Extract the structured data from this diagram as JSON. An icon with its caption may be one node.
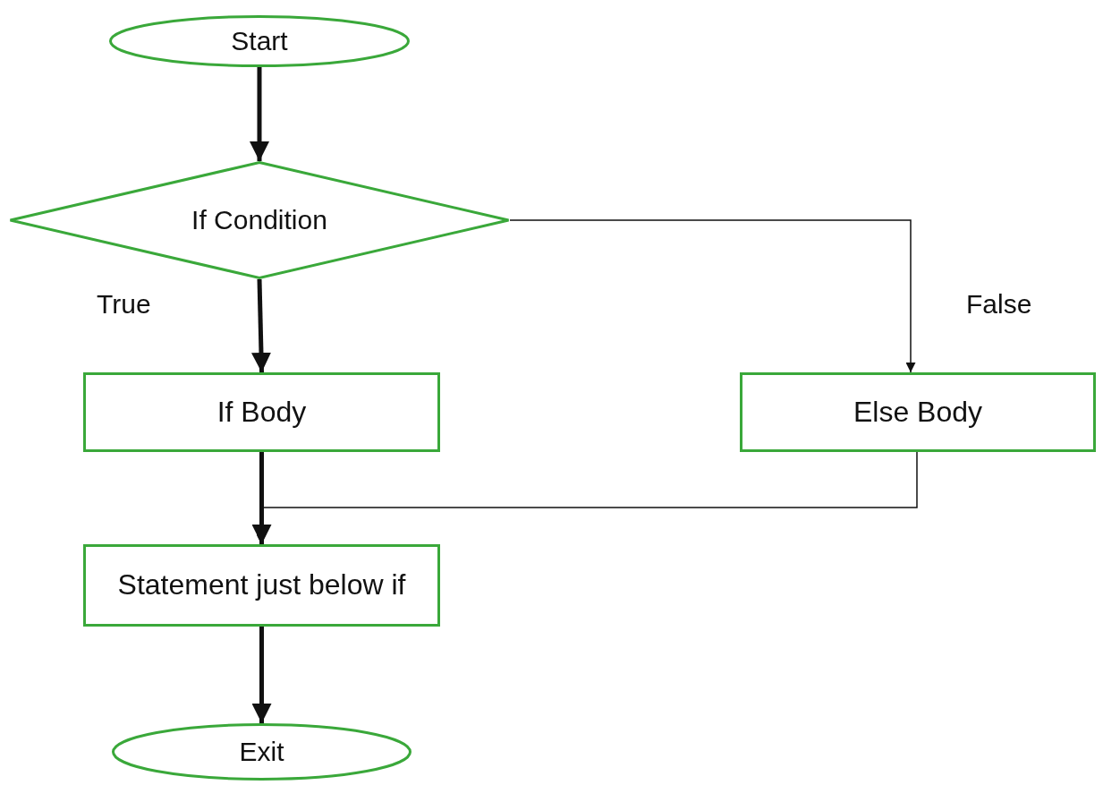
{
  "diagram": {
    "nodes": [
      {
        "text": [
          "Start"
        ]
      },
      {
        "text": [
          "If Condition"
        ]
      },
      {
        "text": [
          "If Body"
        ]
      },
      {
        "text": [
          "Else Body"
        ]
      },
      {
        "text": [
          "Statement just below if"
        ]
      },
      {
        "text": [
          "Exit"
        ]
      }
    ],
    "edges": [
      {
        "from": 0,
        "to": 1,
        "arrow": "to"
      },
      {
        "from": 1,
        "to": 2,
        "arrow": "to",
        "label": "True"
      },
      {
        "from": 1,
        "to": 3,
        "arrow": "to",
        "label": "False"
      },
      {
        "from": 2,
        "to": 4,
        "arrow": "to"
      },
      {
        "from": 3,
        "to": 4,
        "arrow": "to"
      },
      {
        "from": 4,
        "to": 5,
        "arrow": "to"
      }
    ]
  }
}
